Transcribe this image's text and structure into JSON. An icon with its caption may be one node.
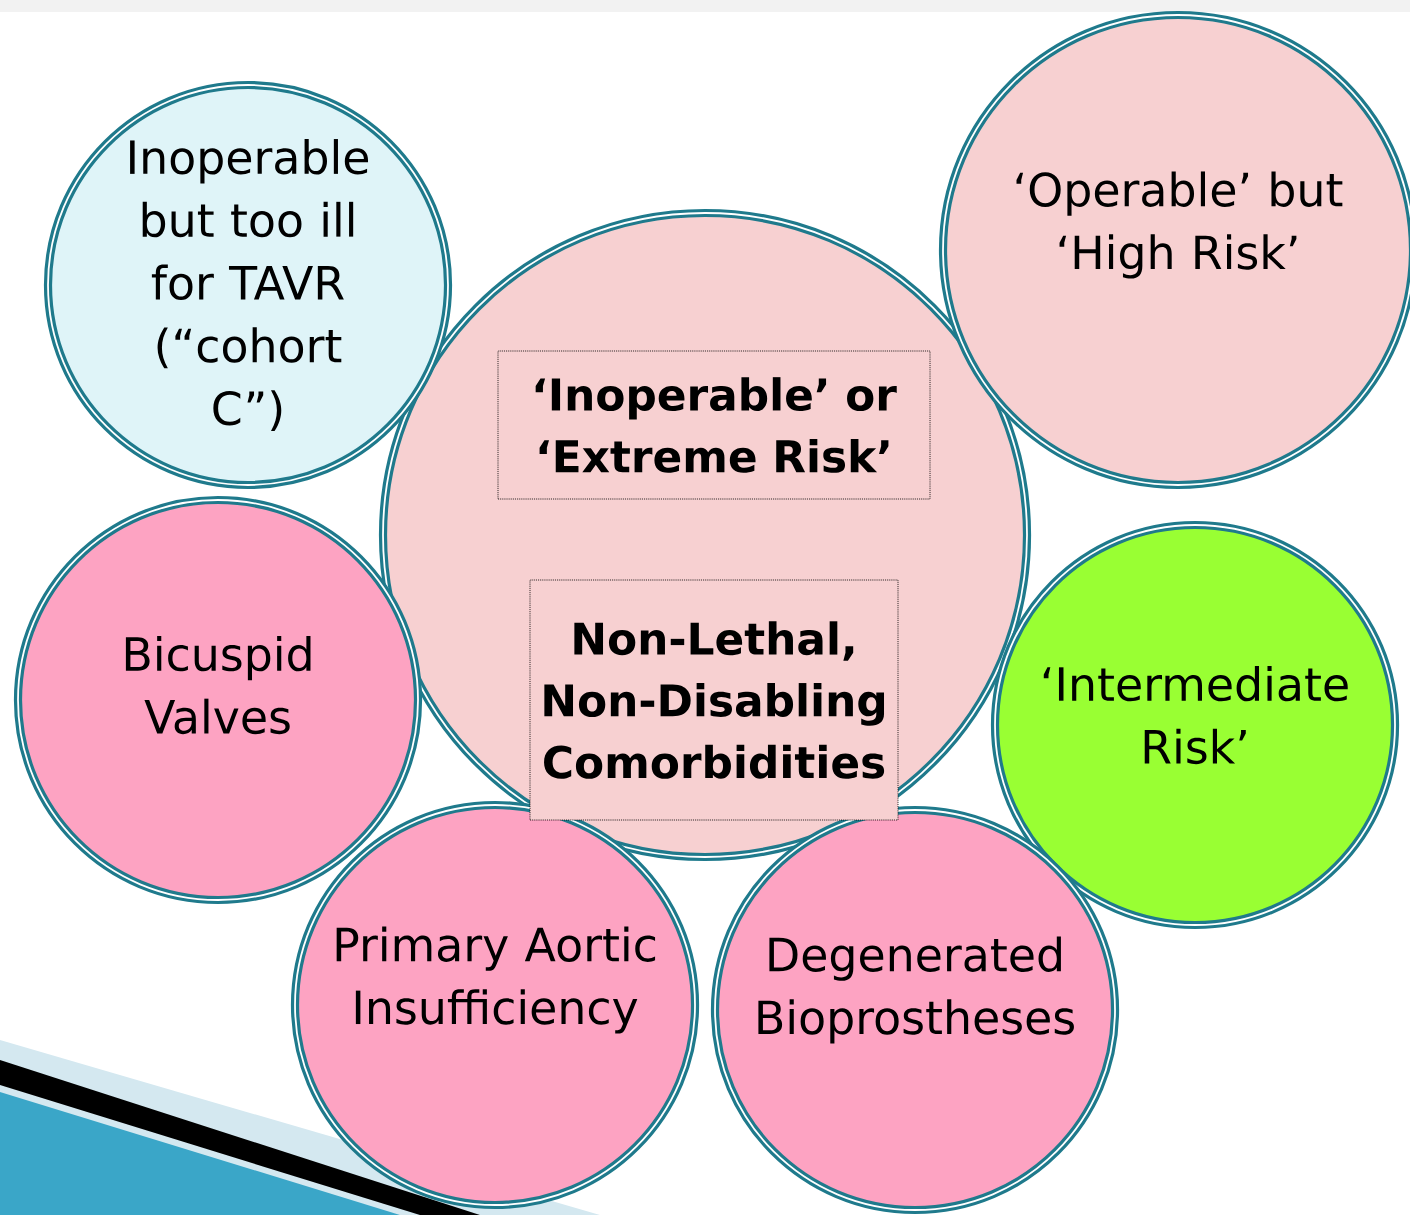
{
  "diagram": {
    "nodes": [
      {
        "text": [
          "Inoperable but too ill for TAVR (“cohort C”)"
        ]
      },
      {
        "text": [
          "‘Operable’ but ‘High Risk’"
        ]
      },
      {
        "text": [],
        "shape": "circle"
      },
      {
        "text": [
          "‘Inoperable’ or ‘Extreme Risk’"
        ],
        "in": 2
      },
      {
        "text": [
          "Non-Lethal, Non-Disabling Comorbidities"
        ],
        "in": 2
      },
      {
        "text": [
          "Bicuspid Valves"
        ]
      },
      {
        "text": [
          "‘Intermediate Risk’"
        ]
      },
      {
        "text": [
          "Primary Aortic Insufficiency"
        ]
      },
      {
        "text": [
          "Degenerated Bioprostheses"
        ]
      }
    ]
  }
}
